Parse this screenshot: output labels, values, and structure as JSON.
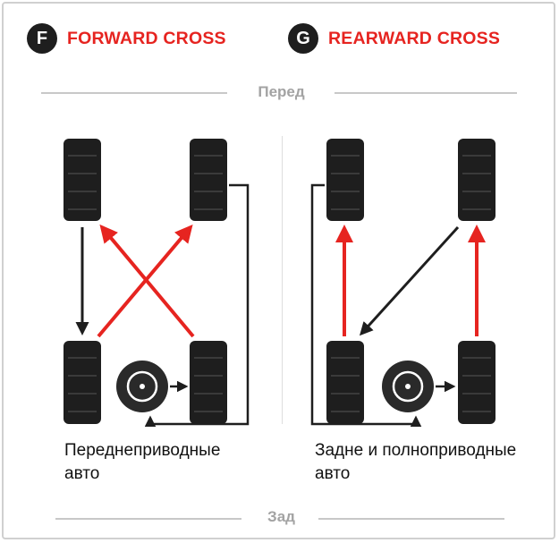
{
  "sections": [
    {
      "badge": "F",
      "title": "FORWARD CROSS",
      "caption_line1": "Переднеприводные",
      "caption_line2": "авто"
    },
    {
      "badge": "G",
      "title": "REARWARD CROSS",
      "caption_line1": "Задне и полноприводные",
      "caption_line2": "авто"
    }
  ],
  "labels": {
    "front": "Перед",
    "rear": "Зад"
  },
  "icons": {
    "tire": "tire-icon",
    "spare": "spare-wheel-icon"
  },
  "colors": {
    "red": "#e62420",
    "dark": "#1e1e1e",
    "title": "#e62420",
    "axis_label": "#a3a3a3"
  }
}
